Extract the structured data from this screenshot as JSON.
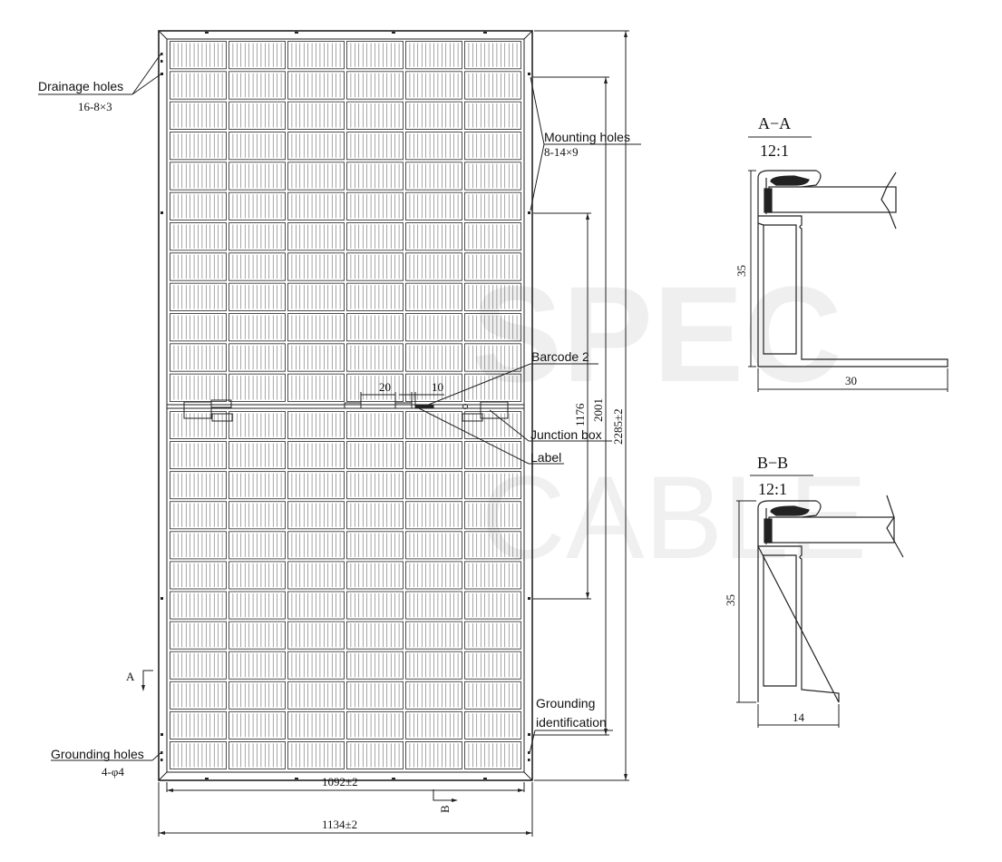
{
  "watermark": {
    "line1": "SPEC",
    "line2": "CABLE"
  },
  "callouts": {
    "drainage_holes": "Drainage holes",
    "drainage_spec": "16-8×3",
    "mounting_holes": "Mounting holes",
    "mounting_spec": "8-14×9",
    "barcode": "Barcode 2",
    "junction_box": "Junction box",
    "label": "Label",
    "grounding_identification_1": "Grounding",
    "grounding_identification_2": "identification",
    "grounding_holes": "Grounding holes",
    "grounding_spec": "4-φ4"
  },
  "dimensions": {
    "width_inner": "1092±2",
    "width_outer": "1134±2",
    "height_outer": "2285±2",
    "height_mid": "2001",
    "height_inner": "1176",
    "jbox_gap_1": "20",
    "jbox_gap_2": "10"
  },
  "sections": {
    "a": {
      "mark": "A",
      "title": "A−A",
      "scale": "12:1",
      "height": "35",
      "width": "30"
    },
    "b": {
      "mark": "B",
      "title": "B−B",
      "scale": "12:1",
      "height": "35",
      "width": "14"
    }
  }
}
